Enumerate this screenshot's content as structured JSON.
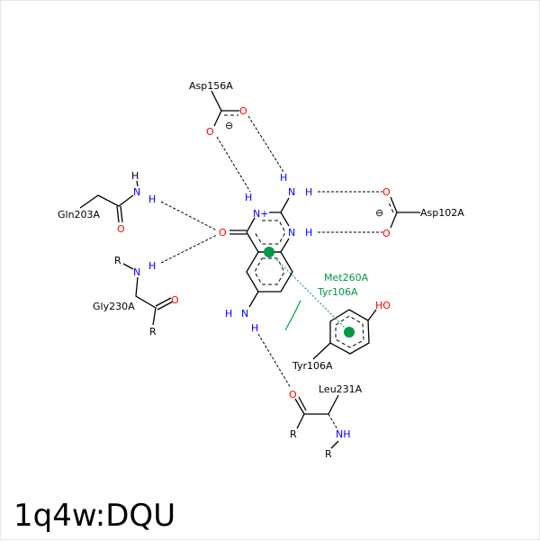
{
  "title": "1q4w:DQU",
  "colors": {
    "nitrogen": "#0000ff",
    "oxygen": "#ff0000",
    "hydrophobic": "#009944"
  },
  "residues": {
    "asp156": "Asp156A",
    "asp102": "Asp102A",
    "gln203": "Gln203A",
    "gly230": "Gly230A",
    "tyr106": "Tyr106A",
    "leu231": "Leu231A",
    "met260_pi": "Met260A",
    "tyr106_pi": "Tyr106A"
  },
  "atoms": {
    "N": "N",
    "Nplus": "N+",
    "H": "H",
    "O": "O",
    "HO": "HO",
    "NH": "NH",
    "R": "R",
    "minus": "⊖"
  }
}
